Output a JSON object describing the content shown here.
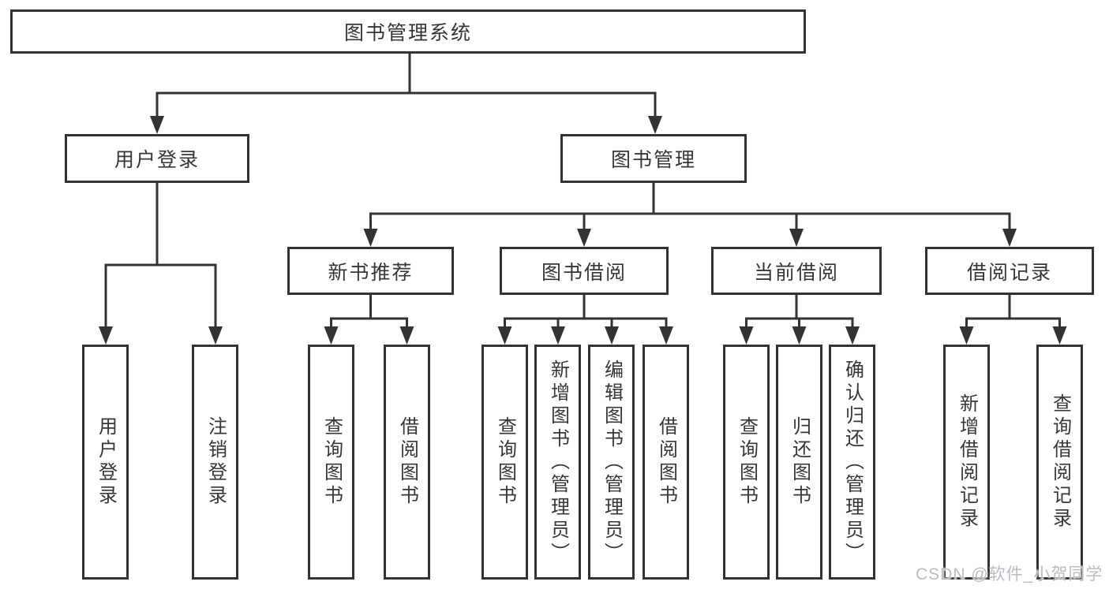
{
  "diagram_title": "图书管理系统",
  "tree": {
    "label": "图书管理系统",
    "children": [
      {
        "label": "用户登录",
        "children": [
          {
            "label": "用户登录"
          },
          {
            "label": "注销登录"
          }
        ]
      },
      {
        "label": "图书管理",
        "children": [
          {
            "label": "新书推荐",
            "children": [
              {
                "label": "查询图书"
              },
              {
                "label": "借阅图书"
              }
            ]
          },
          {
            "label": "图书借阅",
            "children": [
              {
                "label": "查询图书"
              },
              {
                "label": "新增图书（管理员）"
              },
              {
                "label": "编辑图书（管理员）"
              },
              {
                "label": "借阅图书"
              }
            ]
          },
          {
            "label": "当前借阅",
            "children": [
              {
                "label": "查询图书"
              },
              {
                "label": "归还图书"
              },
              {
                "label": "确认归还（管理员）"
              }
            ]
          },
          {
            "label": "借阅记录",
            "children": [
              {
                "label": "新增借阅记录"
              },
              {
                "label": "查询借阅记录"
              }
            ]
          }
        ]
      }
    ]
  },
  "watermark": {
    "text": "CSDN @软件_小贺同学"
  },
  "colors": {
    "line": "#333333",
    "box_border": "#333333",
    "box_background": "#ffffff",
    "text": "#363636",
    "watermark": "#b9bdc3",
    "background": "#ffffff"
  }
}
